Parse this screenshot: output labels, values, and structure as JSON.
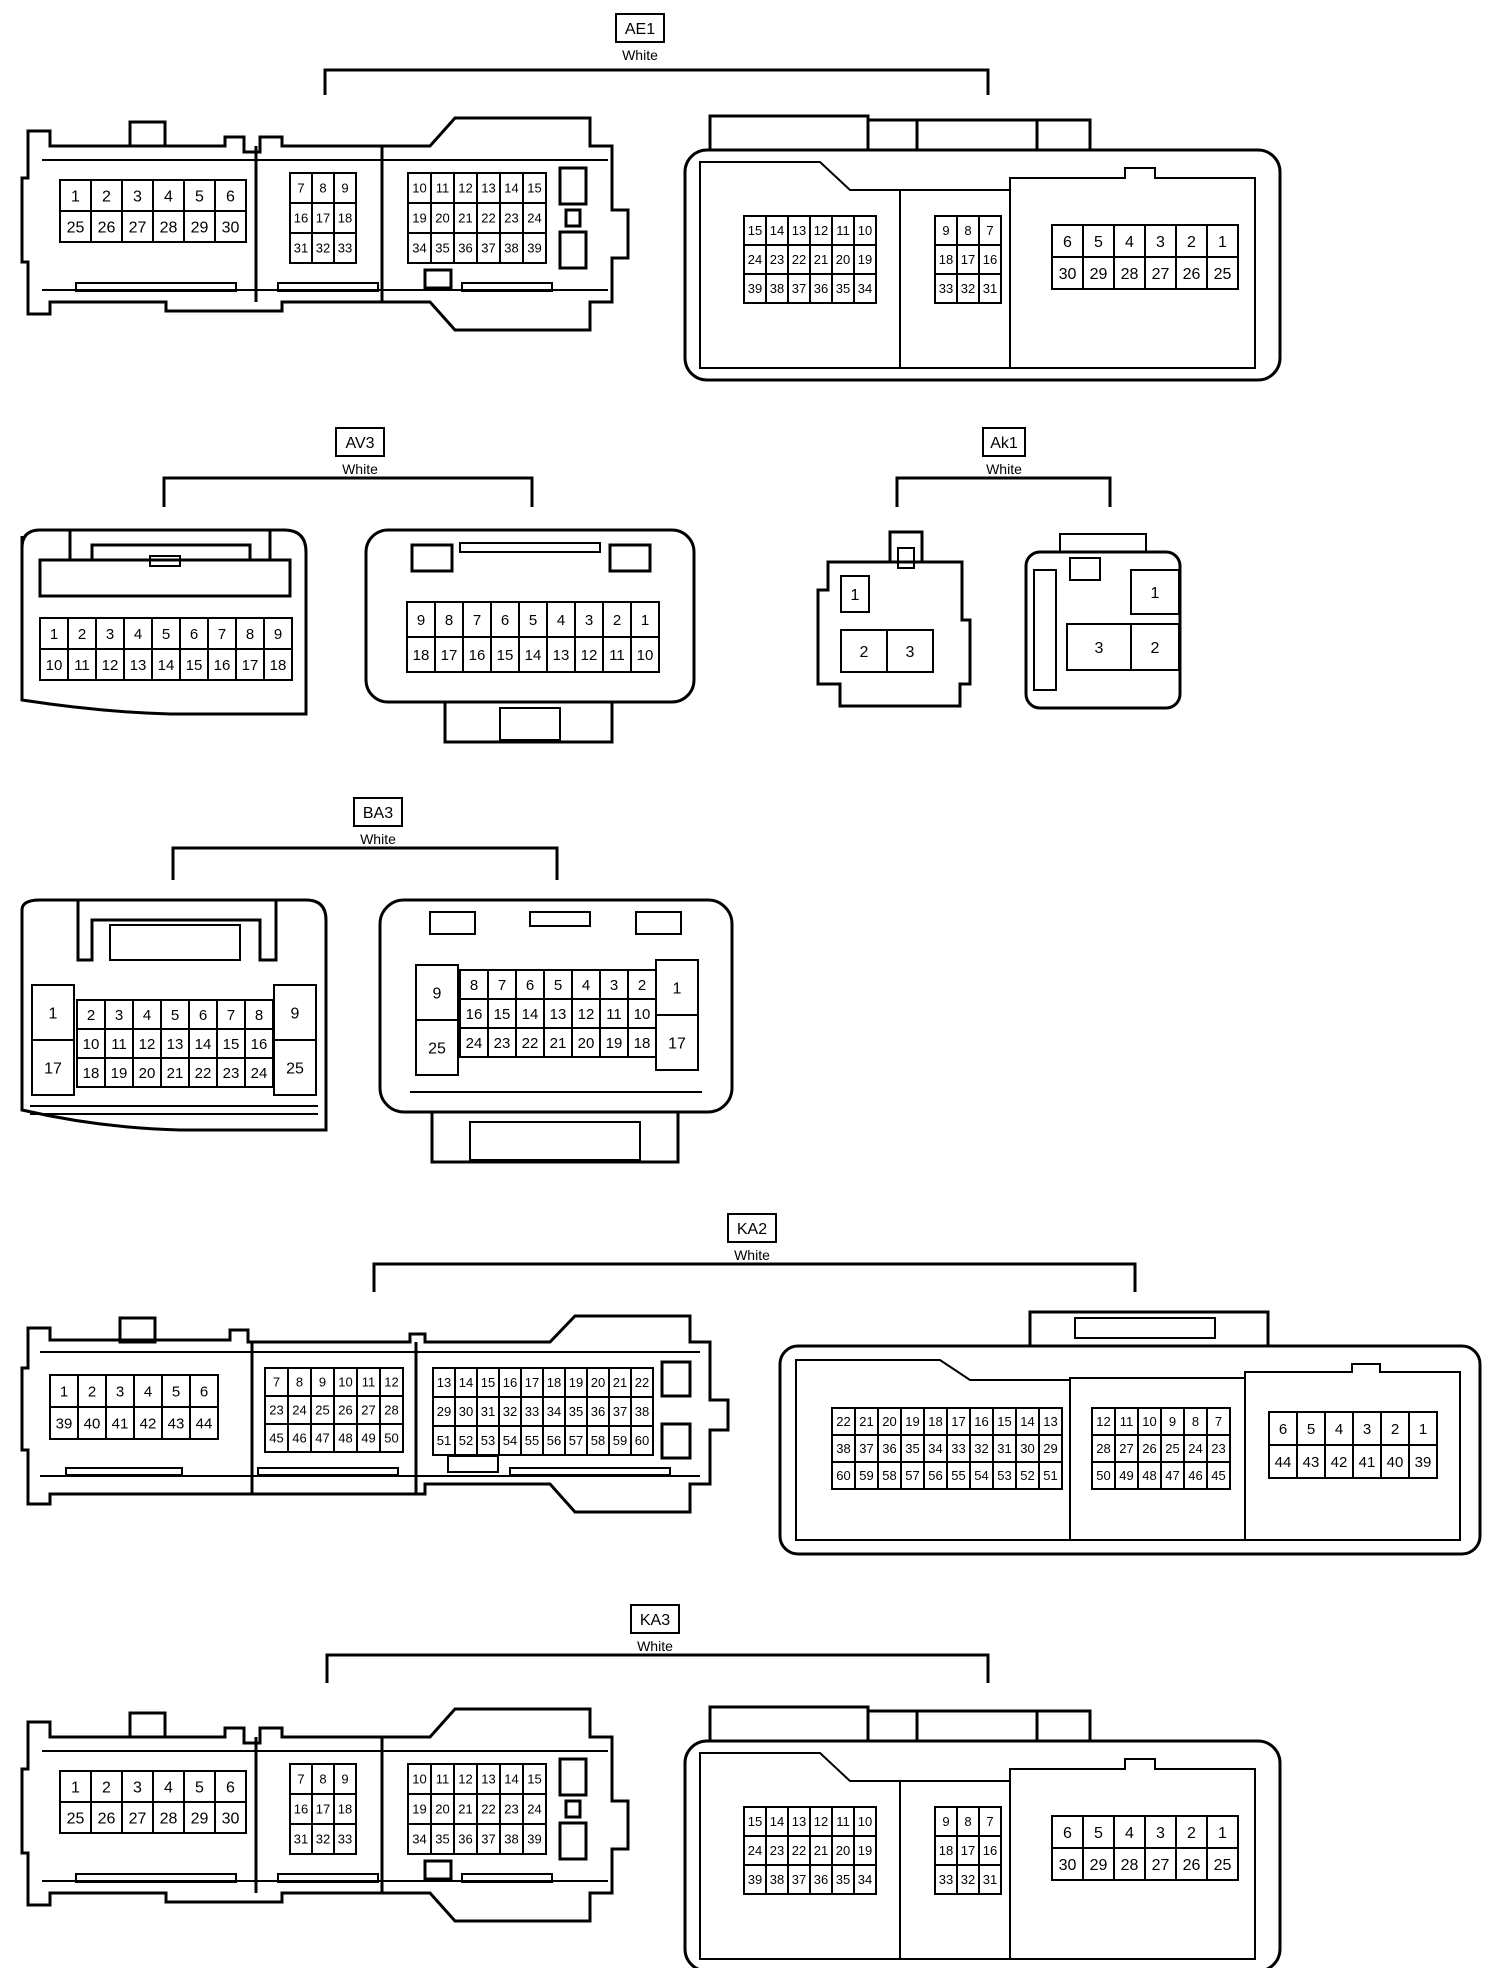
{
  "connectors": [
    {
      "id": "AE1",
      "color": "White",
      "halves": [
        {
          "style": "male",
          "blocks": [
            {
              "rows": [
                [
                  "1",
                  "2",
                  "3",
                  "4",
                  "5",
                  "6"
                ],
                [
                  "25",
                  "26",
                  "27",
                  "28",
                  "29",
                  "30"
                ]
              ]
            },
            {
              "rows": [
                [
                  "7",
                  "8",
                  "9"
                ],
                [
                  "16",
                  "17",
                  "18"
                ],
                [
                  "31",
                  "32",
                  "33"
                ]
              ]
            },
            {
              "rows": [
                [
                  "10",
                  "11",
                  "12",
                  "13",
                  "14",
                  "15"
                ],
                [
                  "19",
                  "20",
                  "21",
                  "22",
                  "23",
                  "24"
                ],
                [
                  "34",
                  "35",
                  "36",
                  "37",
                  "38",
                  "39"
                ]
              ]
            }
          ]
        },
        {
          "style": "female",
          "blocks": [
            {
              "rows": [
                [
                  "15",
                  "14",
                  "13",
                  "12",
                  "11",
                  "10"
                ],
                [
                  "24",
                  "23",
                  "22",
                  "21",
                  "20",
                  "19"
                ],
                [
                  "39",
                  "38",
                  "37",
                  "36",
                  "35",
                  "34"
                ]
              ]
            },
            {
              "rows": [
                [
                  "9",
                  "8",
                  "7"
                ],
                [
                  "18",
                  "17",
                  "16"
                ],
                [
                  "33",
                  "32",
                  "31"
                ]
              ]
            },
            {
              "rows": [
                [
                  "6",
                  "5",
                  "4",
                  "3",
                  "2",
                  "1"
                ],
                [
                  "30",
                  "29",
                  "28",
                  "27",
                  "26",
                  "25"
                ]
              ]
            }
          ]
        }
      ]
    },
    {
      "id": "AV3",
      "color": "White",
      "halves": [
        {
          "style": "av3m",
          "blocks": [
            {
              "rows": [
                [
                  "1",
                  "2",
                  "3",
                  "4",
                  "5",
                  "6",
                  "7",
                  "8",
                  "9"
                ],
                [
                  "10",
                  "11",
                  "12",
                  "13",
                  "14",
                  "15",
                  "16",
                  "17",
                  "18"
                ]
              ]
            }
          ]
        },
        {
          "style": "av3f",
          "blocks": [
            {
              "rows": [
                [
                  "9",
                  "8",
                  "7",
                  "6",
                  "5",
                  "4",
                  "3",
                  "2",
                  "1"
                ],
                [
                  "18",
                  "17",
                  "16",
                  "15",
                  "14",
                  "13",
                  "12",
                  "11",
                  "10"
                ]
              ]
            }
          ]
        }
      ]
    },
    {
      "id": "Ak1",
      "color": "White",
      "halves": [
        {
          "style": "ak1m",
          "blocks": [
            {
              "rows": [
                [
                  "1"
                ],
                [
                  "2",
                  "3"
                ]
              ]
            }
          ]
        },
        {
          "style": "ak1f",
          "blocks": [
            {
              "rows": [
                [
                  "1"
                ],
                [
                  "3",
                  "2"
                ]
              ]
            }
          ]
        }
      ]
    },
    {
      "id": "BA3",
      "color": "White",
      "halves": [
        {
          "style": "ba3m",
          "blocks": [
            {
              "rows": [
                [
                  "1"
                ],
                [
                  "17"
                ]
              ]
            },
            {
              "rows": [
                [
                  "2",
                  "3",
                  "4",
                  "5",
                  "6",
                  "7",
                  "8"
                ],
                [
                  "10",
                  "11",
                  "12",
                  "13",
                  "14",
                  "15",
                  "16"
                ],
                [
                  "18",
                  "19",
                  "20",
                  "21",
                  "22",
                  "23",
                  "24"
                ]
              ]
            },
            {
              "rows": [
                [
                  "9"
                ],
                [
                  "25"
                ]
              ]
            }
          ]
        },
        {
          "style": "ba3f",
          "blocks": [
            {
              "rows": [
                [
                  "9"
                ],
                [
                  "25"
                ]
              ]
            },
            {
              "rows": [
                [
                  "8",
                  "7",
                  "6",
                  "5",
                  "4",
                  "3",
                  "2"
                ],
                [
                  "16",
                  "15",
                  "14",
                  "13",
                  "12",
                  "11",
                  "10"
                ],
                [
                  "24",
                  "23",
                  "22",
                  "21",
                  "20",
                  "19",
                  "18"
                ]
              ]
            },
            {
              "rows": [
                [
                  "1"
                ],
                [
                  "17"
                ]
              ]
            }
          ]
        }
      ]
    },
    {
      "id": "KA2",
      "color": "White",
      "halves": [
        {
          "style": "male",
          "blocks": [
            {
              "rows": [
                [
                  "1",
                  "2",
                  "3",
                  "4",
                  "5",
                  "6"
                ],
                [
                  "39",
                  "40",
                  "41",
                  "42",
                  "43",
                  "44"
                ]
              ]
            },
            {
              "rows": [
                [
                  "7",
                  "8",
                  "9",
                  "10",
                  "11",
                  "12"
                ],
                [
                  "23",
                  "24",
                  "25",
                  "26",
                  "27",
                  "28"
                ],
                [
                  "45",
                  "46",
                  "47",
                  "48",
                  "49",
                  "50"
                ]
              ]
            },
            {
              "rows": [
                [
                  "13",
                  "14",
                  "15",
                  "16",
                  "17",
                  "18",
                  "19",
                  "20",
                  "21",
                  "22"
                ],
                [
                  "29",
                  "30",
                  "31",
                  "32",
                  "33",
                  "34",
                  "35",
                  "36",
                  "37",
                  "38"
                ],
                [
                  "51",
                  "52",
                  "53",
                  "54",
                  "55",
                  "56",
                  "57",
                  "58",
                  "59",
                  "60"
                ]
              ]
            }
          ]
        },
        {
          "style": "female",
          "blocks": [
            {
              "rows": [
                [
                  "22",
                  "21",
                  "20",
                  "19",
                  "18",
                  "17",
                  "16",
                  "15",
                  "14",
                  "13"
                ],
                [
                  "38",
                  "37",
                  "36",
                  "35",
                  "34",
                  "33",
                  "32",
                  "31",
                  "30",
                  "29"
                ],
                [
                  "60",
                  "59",
                  "58",
                  "57",
                  "56",
                  "55",
                  "54",
                  "53",
                  "52",
                  "51"
                ]
              ]
            },
            {
              "rows": [
                [
                  "12",
                  "11",
                  "10",
                  "9",
                  "8",
                  "7"
                ],
                [
                  "28",
                  "27",
                  "26",
                  "25",
                  "24",
                  "23"
                ],
                [
                  "50",
                  "49",
                  "48",
                  "47",
                  "46",
                  "45"
                ]
              ]
            },
            {
              "rows": [
                [
                  "6",
                  "5",
                  "4",
                  "3",
                  "2",
                  "1"
                ],
                [
                  "44",
                  "43",
                  "42",
                  "41",
                  "40",
                  "39"
                ]
              ]
            }
          ]
        }
      ]
    },
    {
      "id": "KA3",
      "color": "White",
      "halves": [
        {
          "style": "male",
          "blocks": [
            {
              "rows": [
                [
                  "1",
                  "2",
                  "3",
                  "4",
                  "5",
                  "6"
                ],
                [
                  "25",
                  "26",
                  "27",
                  "28",
                  "29",
                  "30"
                ]
              ]
            },
            {
              "rows": [
                [
                  "7",
                  "8",
                  "9"
                ],
                [
                  "16",
                  "17",
                  "18"
                ],
                [
                  "31",
                  "32",
                  "33"
                ]
              ]
            },
            {
              "rows": [
                [
                  "10",
                  "11",
                  "12",
                  "13",
                  "14",
                  "15"
                ],
                [
                  "19",
                  "20",
                  "21",
                  "22",
                  "23",
                  "24"
                ],
                [
                  "34",
                  "35",
                  "36",
                  "37",
                  "38",
                  "39"
                ]
              ]
            }
          ]
        },
        {
          "style": "female",
          "blocks": [
            {
              "rows": [
                [
                  "15",
                  "14",
                  "13",
                  "12",
                  "11",
                  "10"
                ],
                [
                  "24",
                  "23",
                  "22",
                  "21",
                  "20",
                  "19"
                ],
                [
                  "39",
                  "38",
                  "37",
                  "36",
                  "35",
                  "34"
                ]
              ]
            },
            {
              "rows": [
                [
                  "9",
                  "8",
                  "7"
                ],
                [
                  "18",
                  "17",
                  "16"
                ],
                [
                  "33",
                  "32",
                  "31"
                ]
              ]
            },
            {
              "rows": [
                [
                  "6",
                  "5",
                  "4",
                  "3",
                  "2",
                  "1"
                ],
                [
                  "30",
                  "29",
                  "28",
                  "27",
                  "26",
                  "25"
                ]
              ]
            }
          ]
        }
      ]
    }
  ]
}
